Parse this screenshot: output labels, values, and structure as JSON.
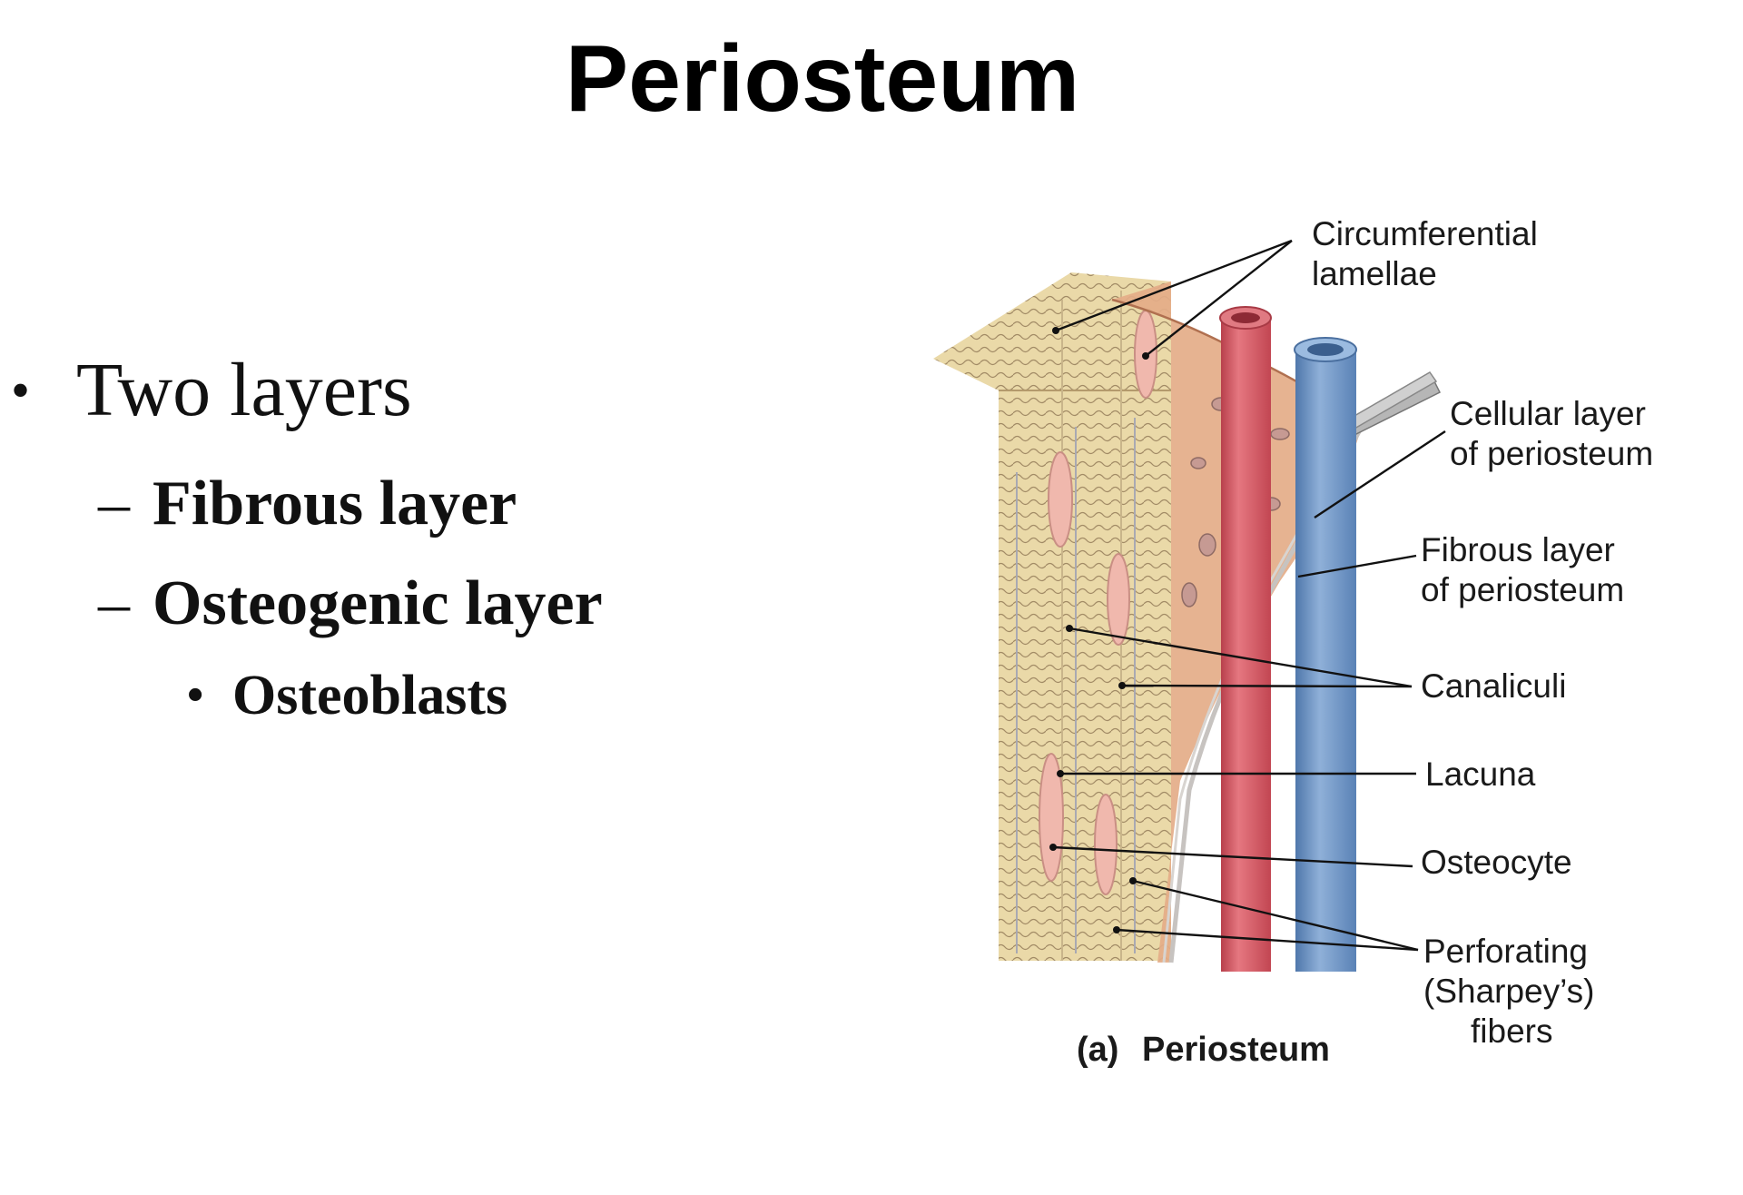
{
  "slide": {
    "title": "Periosteum"
  },
  "bullets": {
    "level1": {
      "marker": "•",
      "text": "Two layers"
    },
    "level2": [
      {
        "marker": "–",
        "text": "Fibrous layer"
      },
      {
        "marker": "–",
        "text": "Osteogenic layer"
      }
    ],
    "level3": {
      "marker": "•",
      "text": "Osteoblasts"
    }
  },
  "figure": {
    "caption_letter": "(a)",
    "caption_text": "Periosteum",
    "labels": {
      "circumferential_1": "Circumferential",
      "circumferential_2": "lamellae",
      "cellular_1": "Cellular layer",
      "cellular_2": "of periosteum",
      "fibrous_1": "Fibrous layer",
      "fibrous_2": "of periosteum",
      "canaliculi": "Canaliculi",
      "lacuna": "Lacuna",
      "osteocyte": "Osteocyte",
      "perforating_1": "Perforating",
      "perforating_2": "(Sharpey’s)",
      "perforating_3": "fibers"
    },
    "colors": {
      "bone": "#ead9a8",
      "bone_line": "#8a7150",
      "periosteum": "#e0a77f",
      "artery": "#d9606a",
      "vein": "#6b93c4",
      "osteocyte": "#f0b8ad"
    }
  }
}
